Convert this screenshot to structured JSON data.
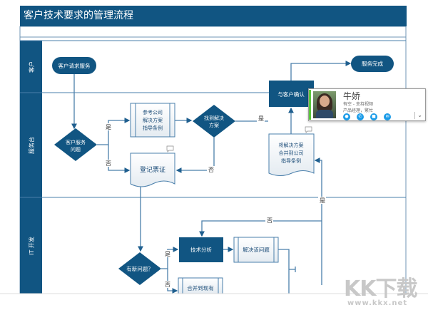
{
  "title": "客户技术要求的管理流程",
  "lanes": [
    "客户",
    "服务台",
    "IT 开发"
  ],
  "nodes": {
    "request": "客户请求服务",
    "done": "服务完成",
    "confirm": "与客户确认",
    "service_q": [
      "客户服务",
      "问题"
    ],
    "reference": [
      "参考公司",
      "解决方案",
      "指导条例"
    ],
    "found": [
      "找到解决",
      "方案"
    ],
    "ticket": "登记票证",
    "merge_doc": [
      "将解决方案",
      "合并到公司",
      "指导条例"
    ],
    "new_issue": "有新问题？",
    "analysis": "技术分析",
    "solve": "解决该问题",
    "merge_existing": "合并到现有"
  },
  "labels": {
    "yes": "是",
    "no": "否"
  },
  "contact_card": {
    "name": "牛娇",
    "status": "有空 - 支持视频",
    "role": "产品经理，繁忙",
    "actions": [
      "im-icon",
      "phone-icon",
      "video-icon",
      "mail-icon"
    ]
  },
  "watermark": {
    "logo": "KK下载",
    "url": "www.kkx.net"
  },
  "colors": {
    "primary": "#115582",
    "line": "#4a7fab",
    "presence": "#5ac83c",
    "action": "#1a9be8"
  }
}
